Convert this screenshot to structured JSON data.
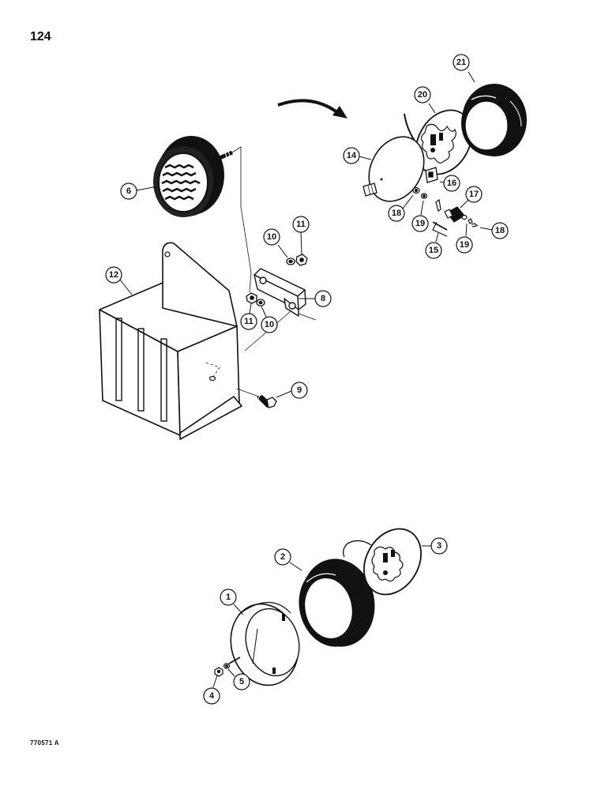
{
  "page": {
    "number": "124",
    "figure_id": "770571 A"
  },
  "callouts": {
    "c1": "1",
    "c2": "2",
    "c3": "3",
    "c4": "4",
    "c5": "5",
    "c6": "6",
    "c8": "8",
    "c9": "9",
    "c10a": "10",
    "c10b": "10",
    "c11a": "11",
    "c11b": "11",
    "c12": "12",
    "c14": "14",
    "c15": "15",
    "c16": "16",
    "c17": "17",
    "c18a": "18",
    "c18b": "18",
    "c19a": "19",
    "c19b": "19",
    "c20": "20",
    "c21": "21"
  }
}
